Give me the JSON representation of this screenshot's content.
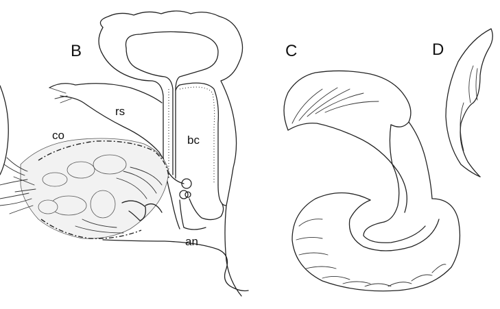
{
  "figure": {
    "panels": [
      {
        "id": "B",
        "label": "B"
      },
      {
        "id": "C",
        "label": "C"
      },
      {
        "id": "D",
        "label": "D"
      }
    ],
    "part_labels": {
      "co": "co",
      "rs": "rs",
      "bc": "bc",
      "an": "an"
    }
  }
}
